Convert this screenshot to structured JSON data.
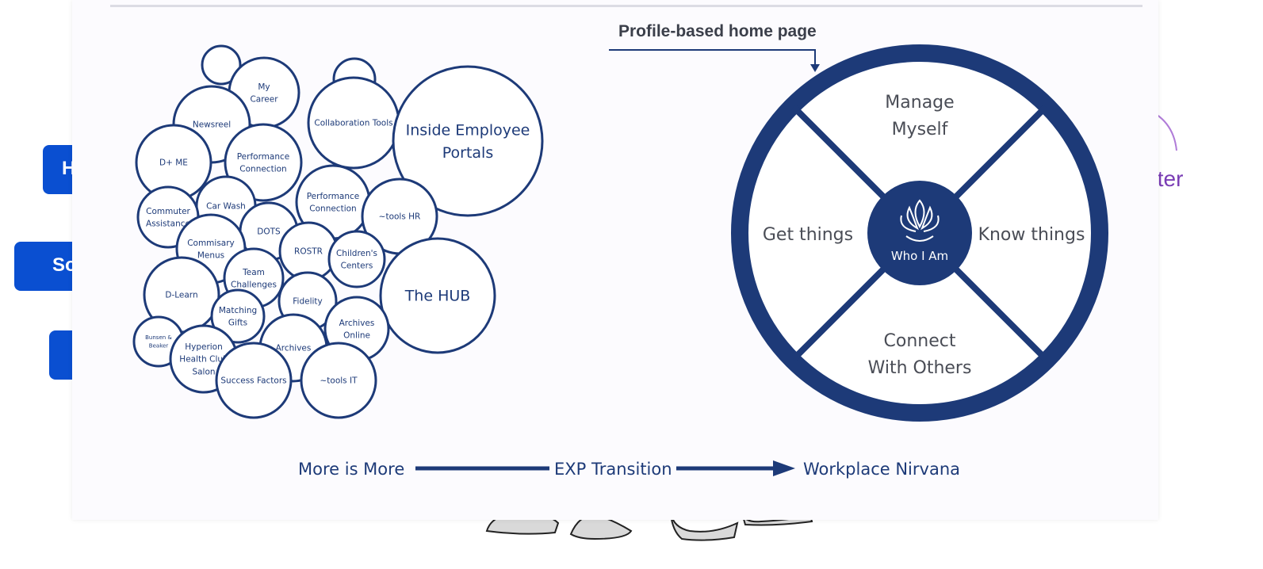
{
  "background": {
    "left_buttons": [
      "H",
      "So",
      ""
    ],
    "right_text": "fter"
  },
  "caption": "Profile-based home page",
  "bubbles": [
    {
      "id": "top-small-1",
      "lines": [],
      "size": "xs"
    },
    {
      "id": "top-small-2",
      "lines": [],
      "size": "xs"
    },
    {
      "id": "my-career",
      "lines": [
        "My",
        "Career"
      ],
      "size": "s"
    },
    {
      "id": "newsreel",
      "lines": [
        "Newsreel"
      ],
      "size": "s"
    },
    {
      "id": "dme",
      "lines": [
        "D+ ME"
      ],
      "size": "s"
    },
    {
      "id": "performance-connection-1",
      "lines": [
        "Performance",
        "Connection"
      ],
      "size": "s"
    },
    {
      "id": "collaboration-tools",
      "lines": [
        "Collaboration Tools"
      ],
      "size": "s"
    },
    {
      "id": "employee-portals",
      "lines": [
        "Inside Employee",
        "Portals"
      ],
      "size": "l"
    },
    {
      "id": "car-wash",
      "lines": [
        "Car Wash"
      ],
      "size": "s"
    },
    {
      "id": "commuter-assistance",
      "lines": [
        "Commuter",
        "Assistance"
      ],
      "size": "s"
    },
    {
      "id": "performance-connection-2",
      "lines": [
        "Performance",
        "Connection"
      ],
      "size": "s"
    },
    {
      "id": "tools-hr",
      "lines": [
        "~tools HR"
      ],
      "size": "s"
    },
    {
      "id": "dots",
      "lines": [
        "DOTS"
      ],
      "size": "s"
    },
    {
      "id": "commissary-menus",
      "lines": [
        "Commisary",
        "Menus"
      ],
      "size": "s"
    },
    {
      "id": "rostr",
      "lines": [
        "ROSTR"
      ],
      "size": "s"
    },
    {
      "id": "childrens-centers",
      "lines": [
        "Children's",
        "Centers"
      ],
      "size": "s"
    },
    {
      "id": "team-challenges",
      "lines": [
        "Team",
        "Challenges"
      ],
      "size": "s"
    },
    {
      "id": "d-learn",
      "lines": [
        "D-Learn"
      ],
      "size": "s"
    },
    {
      "id": "the-hub",
      "lines": [
        "The HUB"
      ],
      "size": "l"
    },
    {
      "id": "fidelity",
      "lines": [
        "Fidelity"
      ],
      "size": "s"
    },
    {
      "id": "matching-gifts",
      "lines": [
        "Matching",
        "Gifts"
      ],
      "size": "s"
    },
    {
      "id": "archives-online",
      "lines": [
        "Archives",
        "Online"
      ],
      "size": "s"
    },
    {
      "id": "bunsen-beaker",
      "lines": [
        "Bunsen &",
        "Beaker"
      ],
      "size": "xs"
    },
    {
      "id": "hyperion",
      "lines": [
        "Hyperion",
        "Health Club",
        "Salon"
      ],
      "size": "s"
    },
    {
      "id": "archives",
      "lines": [
        "Archives"
      ],
      "size": "s"
    },
    {
      "id": "success-factors",
      "lines": [
        "Success Factors"
      ],
      "size": "s"
    },
    {
      "id": "tools-it",
      "lines": [
        "~tools IT"
      ],
      "size": "s"
    }
  ],
  "wheel": {
    "top": [
      "Manage",
      "Myself"
    ],
    "left": "Get things",
    "right": "Know things",
    "bottom": [
      "Connect",
      "With Others"
    ],
    "center": "Who I Am",
    "center_icon": "lotus-icon",
    "color": "#1d3a78"
  },
  "timeline": {
    "start": "More is More",
    "middle": "EXP Transition",
    "end": "Workplace Nirvana"
  }
}
